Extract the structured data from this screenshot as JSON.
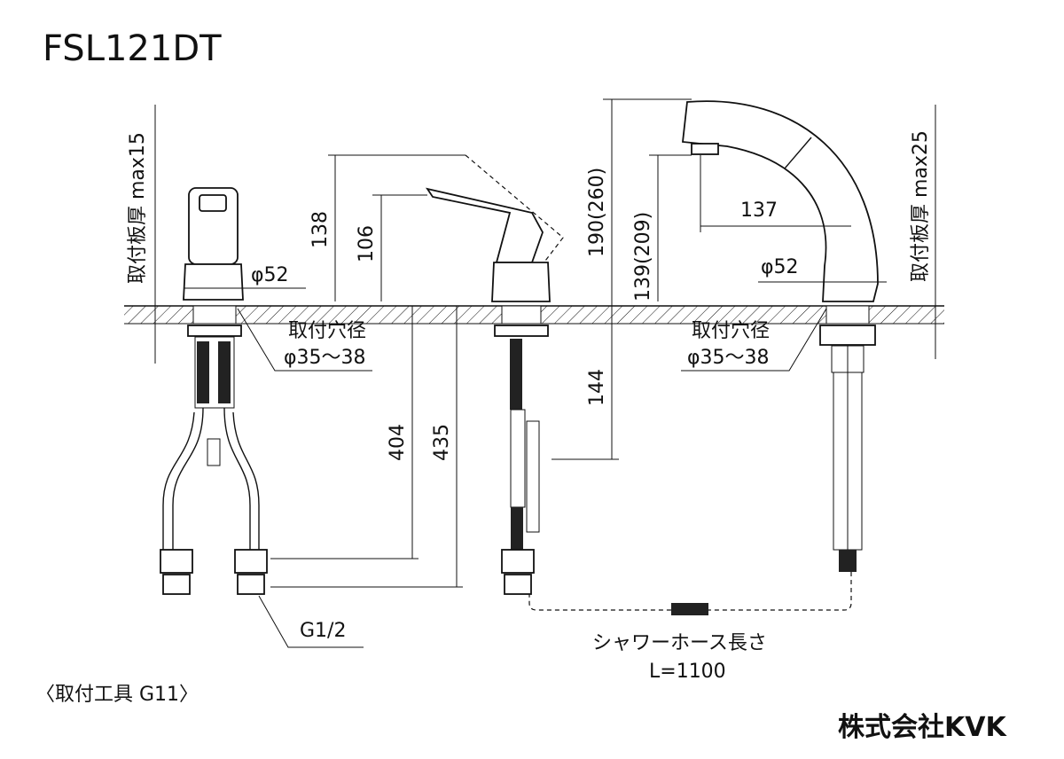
{
  "title": "FSL121DT",
  "left_view": {
    "plate_thickness": "取付板厚 max15",
    "diameter": "φ52",
    "hole_label": "取付穴径",
    "hole_size": "φ35〜38",
    "thread": "G1/2"
  },
  "middle_view": {
    "height_total": "138",
    "height_lever": "106",
    "depth_404": "404",
    "depth_435": "435"
  },
  "right_view": {
    "height_spout": "190(260)",
    "height_outlet": "139(209)",
    "reach": "137",
    "diameter": "φ52",
    "plate_thickness": "取付板厚 max25",
    "hole_label": "取付穴径",
    "hole_size": "φ35〜38",
    "depth_144": "144",
    "hose_label": "シャワーホース長さ",
    "hose_length": "L=1100"
  },
  "tool_note": "〈取付工具 G11〉",
  "logo": "株式会社KVK"
}
